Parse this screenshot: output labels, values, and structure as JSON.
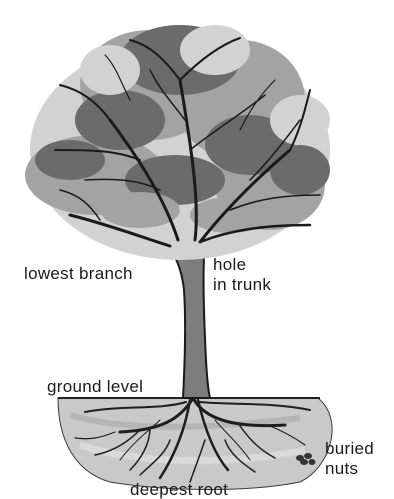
{
  "labels": {
    "lowest_branch": "lowest branch",
    "hole_line1": "hole",
    "hole_line2": "in trunk",
    "ground_level": "ground level",
    "buried_line1": "buried",
    "buried_line2": "nuts",
    "deepest_root": "deepest root"
  },
  "colors": {
    "foliage_dark": "#6b6b6b",
    "foliage_mid": "#a3a3a3",
    "foliage_light": "#d2d2d2",
    "trunk": "#7d7d7d",
    "trunk_outline": "#1a1a1a",
    "soil": "#c9c9c9",
    "roots": "#1e1e1e"
  }
}
